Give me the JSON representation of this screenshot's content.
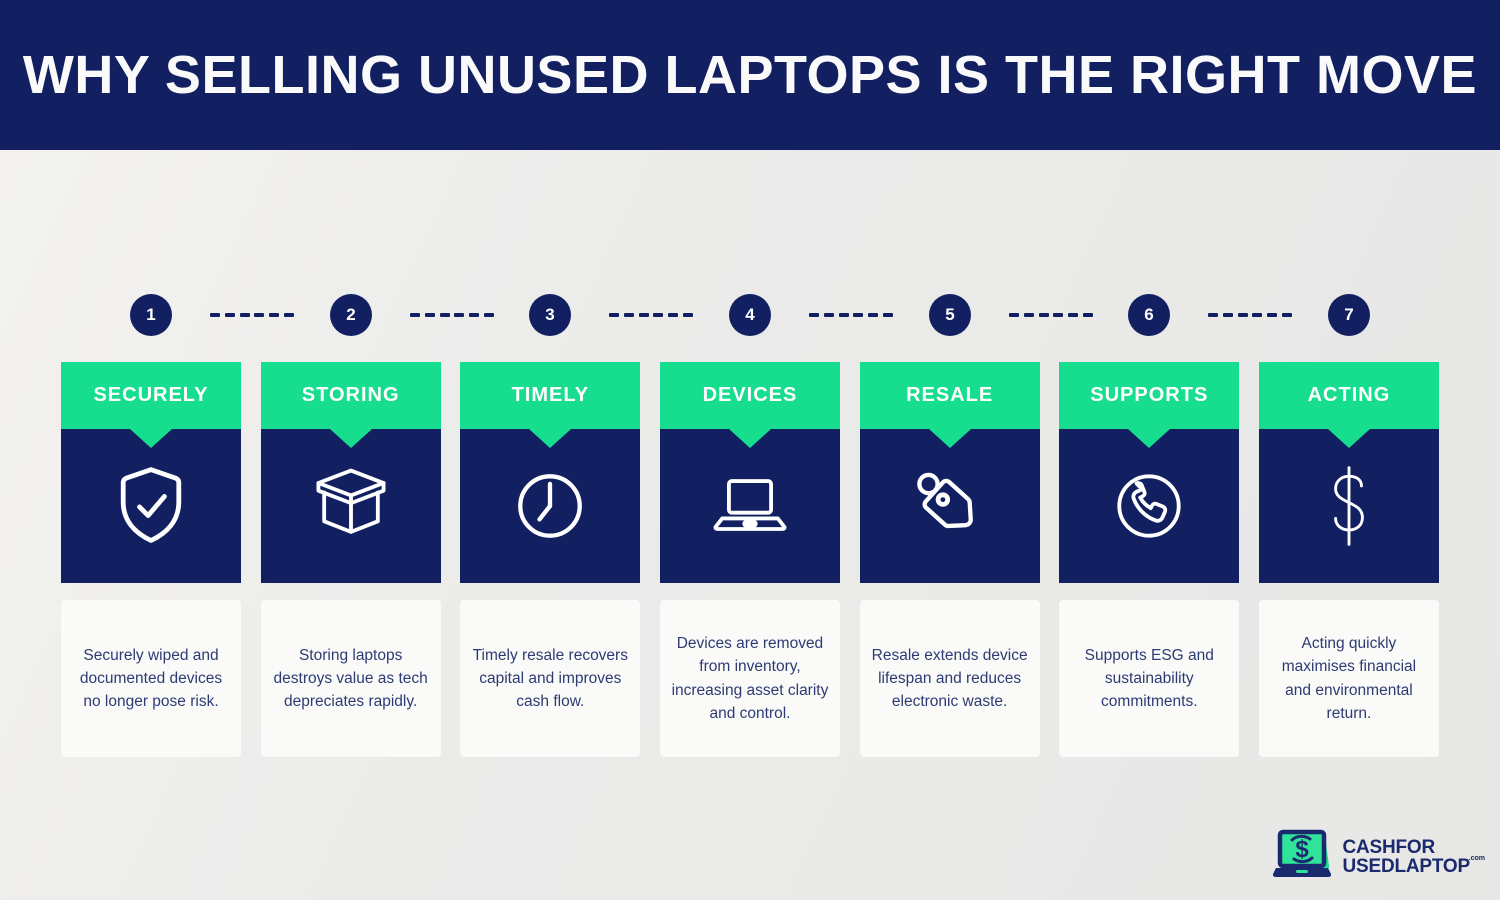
{
  "title": "WHY SELLING UNUSED LAPTOPS IS THE RIGHT MOVE",
  "colors": {
    "navy": "#122061",
    "green": "#17de8e",
    "background": "#ebebea",
    "card_background": "#fafaf9",
    "body_text": "#2e3b72"
  },
  "steps": [
    {
      "number": "1",
      "label": "SECURELY",
      "icon": "shield-check-icon",
      "description": "Securely wiped and documented devices no longer pose risk."
    },
    {
      "number": "2",
      "label": "STORING",
      "icon": "storage-box-icon",
      "description": "Storing laptops destroys value as tech depreciates rapidly."
    },
    {
      "number": "3",
      "label": "TIMELY",
      "icon": "clock-icon",
      "description": "Timely resale recovers capital and improves cash flow."
    },
    {
      "number": "4",
      "label": "DEVICES",
      "icon": "laptop-icon",
      "description": "Devices are removed from inventory, increasing asset clarity and control."
    },
    {
      "number": "5",
      "label": "RESALE",
      "icon": "price-tag-icon",
      "description": "Resale extends device lifespan and reduces electronic waste."
    },
    {
      "number": "6",
      "label": "SUPPORTS",
      "icon": "phone-icon",
      "description": "Supports ESG and sustainability commitments."
    },
    {
      "number": "7",
      "label": "ACTING",
      "icon": "dollar-icon",
      "description": "Acting quickly maximises financial and environmental return."
    }
  ],
  "logo": {
    "line1": "CASHFOR",
    "line2": "USEDLAPTOP",
    "suffix": ".com",
    "dollar": "$"
  }
}
